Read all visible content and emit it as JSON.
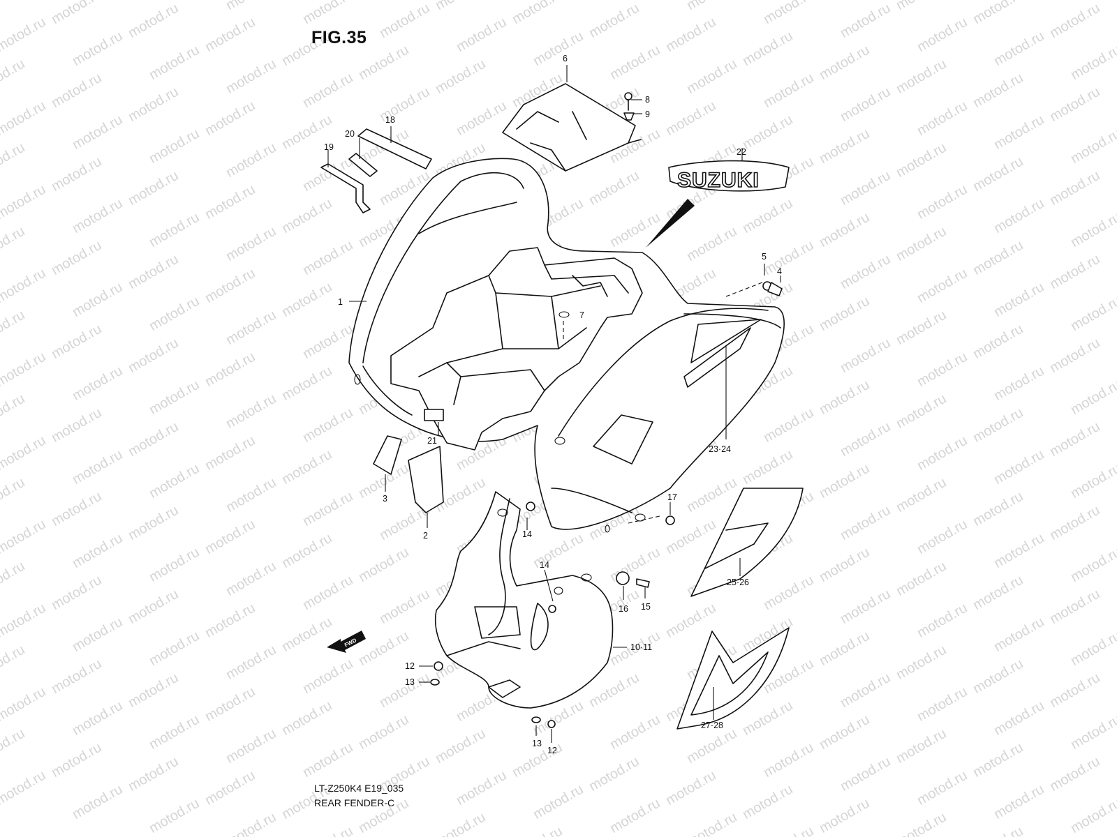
{
  "figure": {
    "title": "FIG.35",
    "model_code": "LT-Z250K4 E19_035",
    "section_name": "REAR FENDER-C"
  },
  "watermark_text": "motod.ru",
  "fwd_arrow_label": "FWD",
  "decal_brand_text": "SUZUKI",
  "callouts": {
    "c1": "1",
    "c2": "2",
    "c3": "3",
    "c4": "4",
    "c5": "5",
    "c6": "6",
    "c7": "7",
    "c8": "8",
    "c9": "9",
    "c10_11": "10·11",
    "c12a": "12",
    "c12b": "12",
    "c13a": "13",
    "c13b": "13",
    "c14a": "14",
    "c14b": "14",
    "c15": "15",
    "c16": "16",
    "c17": "17",
    "c18": "18",
    "c19": "19",
    "c20": "20",
    "c21": "21",
    "c22": "22",
    "c23_24": "23·24",
    "c25_26": "25·26",
    "c27_28": "27·28"
  }
}
